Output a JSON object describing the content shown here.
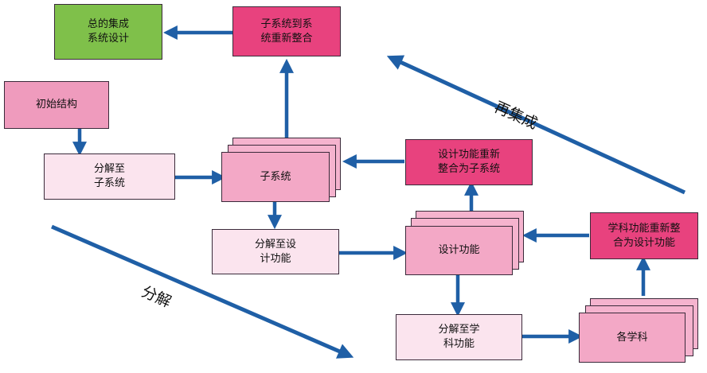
{
  "nodes": {
    "overall_design": "总的集成\n系统设计",
    "subsystem_reintegrate": "子系统到系\n统重新整合",
    "initial_structure": "初始结构",
    "decompose_subsystem": "分解至\n子系统",
    "subsystem": "子系统",
    "function_reintegrate": "设计功能重新\n整合为子系统",
    "decompose_function": "分解至设\n计功能",
    "design_function": "设计功能",
    "discipline_reintegrate": "学科功能重新整\n合为设计功能",
    "decompose_discipline": "分解至学\n科功能",
    "disciplines": "各学科"
  },
  "labels": {
    "reintegrate": "再集成",
    "decompose": "分解"
  },
  "colors": {
    "arrow": "#1f5fa6",
    "green": "#7fc04a",
    "magenta": "#e8427e",
    "pink": "#ef9bbd",
    "light": "#fbe4ee"
  }
}
